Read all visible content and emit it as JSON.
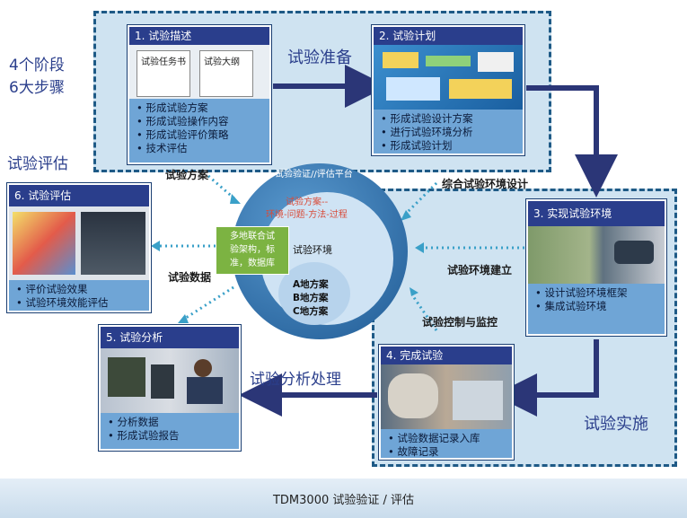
{
  "side": {
    "stages_line1": "4个阶段",
    "stages_line2": "6大步骤",
    "evaluation_title": "试验评估"
  },
  "phases": {
    "prepare": "试验准备",
    "implement": "试验实施"
  },
  "steps": {
    "s1": {
      "title": "1. 试验描述",
      "doc1": "试验任务书",
      "doc2": "试验大纲",
      "items": [
        "形成试验方案",
        "形成试验操作内容",
        "形成试验评价策略",
        "技术评估"
      ]
    },
    "s2": {
      "title": "2. 试验计划",
      "items": [
        "形成试验设计方案",
        "进行试验环境分析",
        "形成试验计划"
      ]
    },
    "s3": {
      "title": "3. 实现试验环境",
      "items": [
        "设计试验环境框架",
        "集成试验环境"
      ]
    },
    "s4": {
      "title": "4. 完成试验",
      "items": [
        "试验数据记录入库",
        "故障记录"
      ]
    },
    "s5": {
      "title": "5. 试验分析",
      "items": [
        "分析数据",
        "形成试验报告"
      ]
    },
    "s6": {
      "title": "6. 试验评估",
      "items": [
        "评价试验效果",
        "试验环境效能评估"
      ]
    }
  },
  "center": {
    "platform": "试验验证//评估平台",
    "inner_line1": "试验方案--",
    "inner_line2": "环境-问题-方法-过程",
    "environment": "试验环境",
    "plan_a": "A地方案",
    "plan_b": "B地方案",
    "plan_c": "C地方案",
    "db_line1": "多地联合试",
    "db_line2": "验架构，标",
    "db_line3": "准，数据库"
  },
  "flows": {
    "plan": "试验方案",
    "env_design": "综合试验环境设计",
    "env_build": "试验环境建立",
    "data": "试验数据",
    "control": "试验控制与监控",
    "analysis": "试验分析处理"
  },
  "footer": "TDM3000 试验验证 / 评估",
  "colors": {
    "title_bar": "#2a3e8c",
    "body": "#6fa5d6",
    "zone": "#cfe3f1",
    "zone_border": "#1e5a86",
    "arrow": "#2b3677",
    "dotted": "#3aa0c8",
    "circle_outer": "#2f6fa6",
    "db_box": "#7cb342"
  }
}
